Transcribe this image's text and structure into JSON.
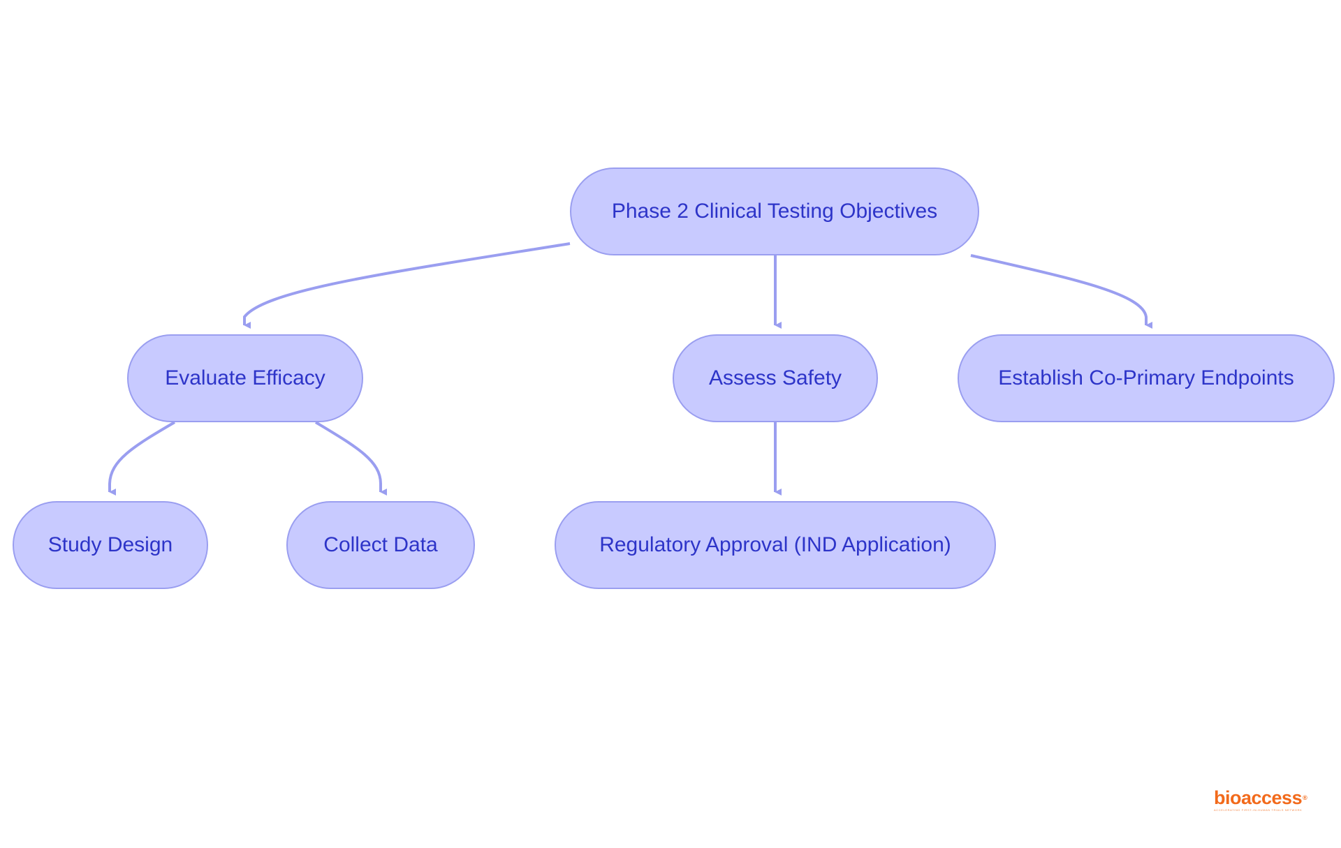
{
  "diagram": {
    "nodes": [
      {
        "id": "root",
        "label": "Phase 2 Clinical Testing Objectives"
      },
      {
        "id": "efficacy",
        "label": "Evaluate Efficacy"
      },
      {
        "id": "safety",
        "label": "Assess Safety"
      },
      {
        "id": "endpoints",
        "label": "Establish Co-Primary Endpoints"
      },
      {
        "id": "study",
        "label": "Study Design"
      },
      {
        "id": "collect",
        "label": "Collect Data"
      },
      {
        "id": "regulatory",
        "label": "Regulatory Approval (IND Application)"
      }
    ],
    "edges": [
      {
        "from": "root",
        "to": "efficacy"
      },
      {
        "from": "root",
        "to": "safety"
      },
      {
        "from": "root",
        "to": "endpoints"
      },
      {
        "from": "efficacy",
        "to": "study"
      },
      {
        "from": "efficacy",
        "to": "collect"
      },
      {
        "from": "safety",
        "to": "regulatory"
      }
    ]
  },
  "colors": {
    "node_fill": "#c8caff",
    "node_border": "#9a9ef0",
    "node_text": "#2d34c8",
    "edge": "#9a9ef0",
    "logo": "#f26a1b"
  },
  "logo": {
    "text": "bioaccess",
    "registered": "®",
    "tagline": "ACCELERATING FIRST-IN-HUMAN TRIALS NETWORK"
  }
}
